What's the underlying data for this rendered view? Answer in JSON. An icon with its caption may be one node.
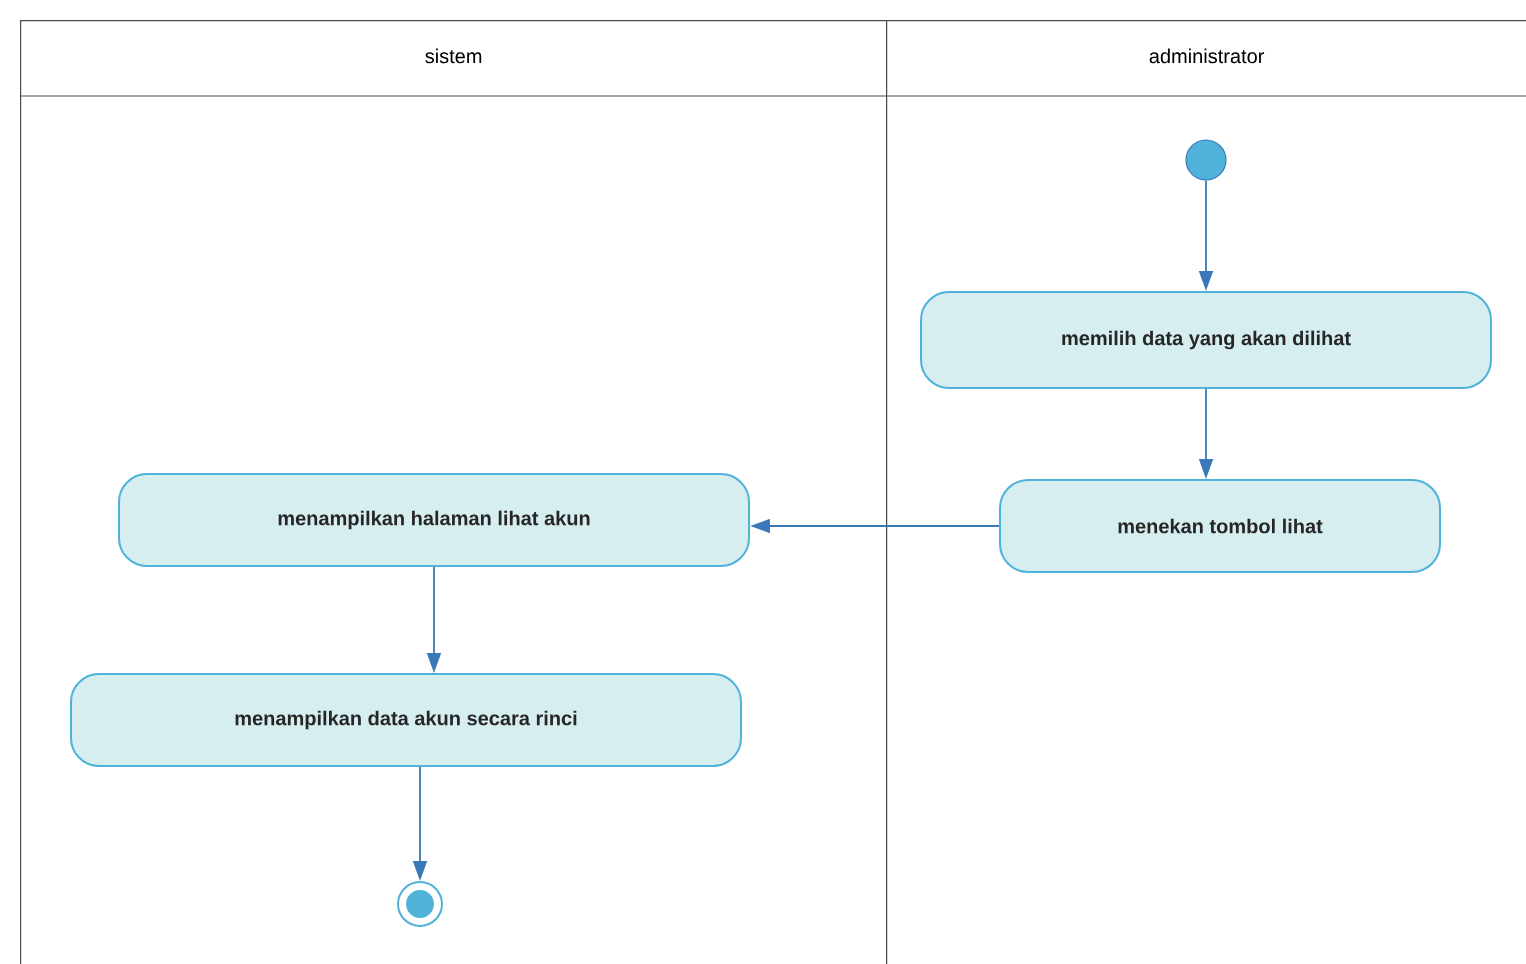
{
  "diagram": {
    "nodes": [
      {
        "text": [
          "sistem"
        ]
      },
      {
        "text": [
          "administrator"
        ]
      },
      {
        "text": [],
        "shape": "circle",
        "in": 1
      },
      {
        "text": [
          "memilih data yang akan dilihat"
        ],
        "in": 1
      },
      {
        "text": [
          "menekan tombol lihat"
        ],
        "in": 1
      },
      {
        "text": [
          "menampilkan halaman lihat akun"
        ],
        "in": 0
      },
      {
        "text": [
          "menampilkan data akun secara rinci"
        ],
        "in": 0
      },
      {
        "text": [],
        "shape": "endcircle",
        "in": 0
      }
    ],
    "edges": [
      {
        "from": 2,
        "to": 3,
        "arrow": "to"
      },
      {
        "from": 3,
        "to": 4,
        "arrow": "to"
      },
      {
        "from": 4,
        "to": 5,
        "arrow": "to"
      },
      {
        "from": 5,
        "to": 6,
        "arrow": "to"
      },
      {
        "from": 6,
        "to": 7,
        "arrow": "to"
      }
    ]
  }
}
